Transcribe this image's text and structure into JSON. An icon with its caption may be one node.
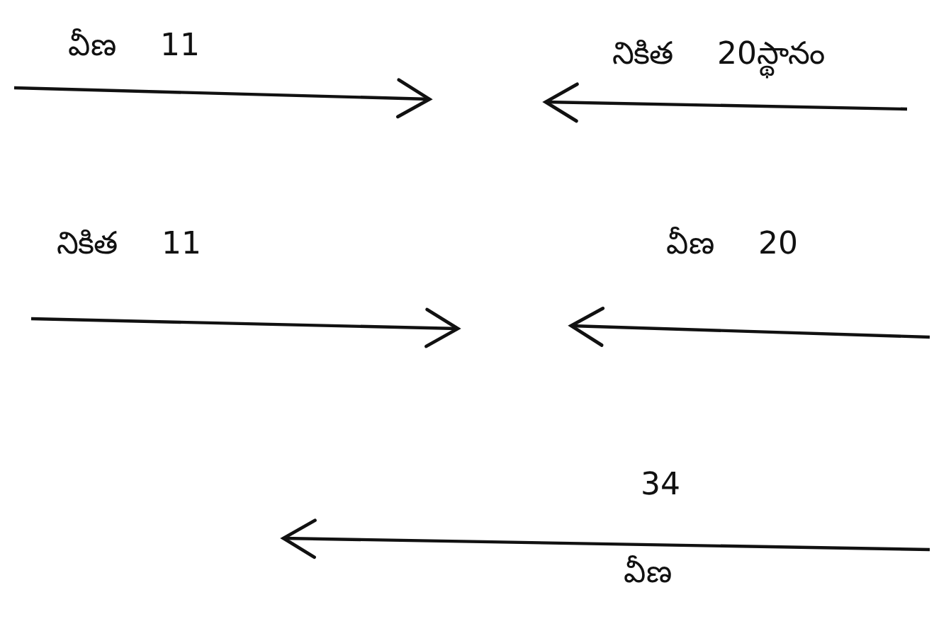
{
  "diagram": {
    "labels": [
      "వీణ 11",
      "నికిత 20స్థానం",
      "నికిత 11",
      "వీణ 20",
      "34",
      "వీణ"
    ]
  }
}
